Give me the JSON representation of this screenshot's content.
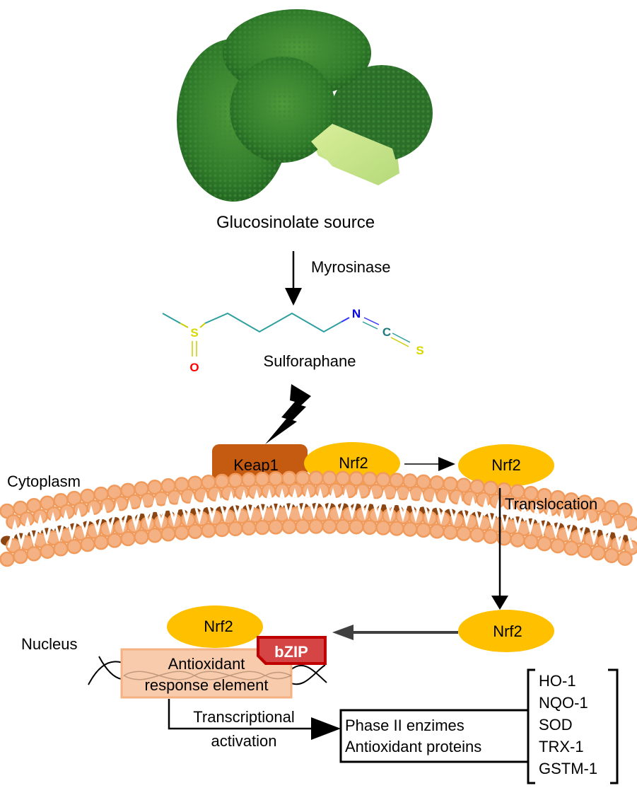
{
  "title": "Sulforaphane activation of the Keap1–Nrf2–ARE pathway",
  "source": {
    "label": "Glucosinolate source",
    "image": "broccoli"
  },
  "enzyme": {
    "label": "Myrosinase"
  },
  "compound": {
    "label": "Sulforaphane",
    "atoms": {
      "sulfur": "S",
      "oxygen": "O",
      "nitrogen": "N",
      "carbon": "C",
      "sulfur2": "S"
    }
  },
  "complex": {
    "keap1": "Keap1",
    "nrf2": "Nrf2"
  },
  "free_nrf2": "Nrf2",
  "translocation": "Translocation",
  "nuclear_nrf2": "Nrf2",
  "compartments": {
    "cytoplasm": "Cytoplasm",
    "nucleus": "Nucleus"
  },
  "bound_nrf2": "Nrf2",
  "bzip": "bZIP",
  "are": {
    "line1": "Antioxidant",
    "line2": "response element"
  },
  "activation": {
    "line1": "Transcriptional",
    "line2": "activation"
  },
  "products": {
    "line1": "Phase II enzimes",
    "line2": "Antioxidant proteins"
  },
  "genes": [
    "HO-1",
    "NQO-1",
    "SOD",
    "TRX-1",
    "GSTM-1"
  ],
  "colors": {
    "nrf2": "#ffc000",
    "keap1": "#c55a11",
    "membrane_head": "#f4b183",
    "membrane_edge": "#f09a5c",
    "membrane_tail": "#8b4513",
    "bzip": "#c00000",
    "are_box": "#f8cbad",
    "chain": "#2e9e9e",
    "sulfur": "#e6e600",
    "oxygen": "#ff0000",
    "nitrogen": "#0000ff"
  }
}
